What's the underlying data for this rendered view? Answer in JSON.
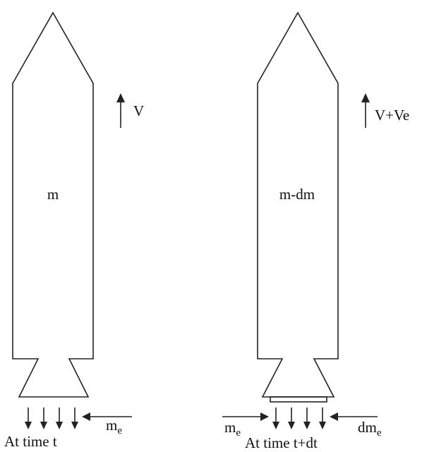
{
  "rocket_left": {
    "mass_label": "m",
    "velocity_label": "V",
    "exhaust_label_base": "m",
    "exhaust_label_sub": "e",
    "caption": "At time t"
  },
  "rocket_right": {
    "mass_label": "m-dm",
    "velocity_label": "V+Ve",
    "exhaust_left_label_base": "m",
    "exhaust_left_label_sub": "e",
    "exhaust_right_label_base": "dm",
    "exhaust_right_label_sub": "e",
    "caption": "At time t+dt"
  },
  "colors": {
    "stroke": "#222222",
    "text": "#111111",
    "background": "#ffffff"
  }
}
